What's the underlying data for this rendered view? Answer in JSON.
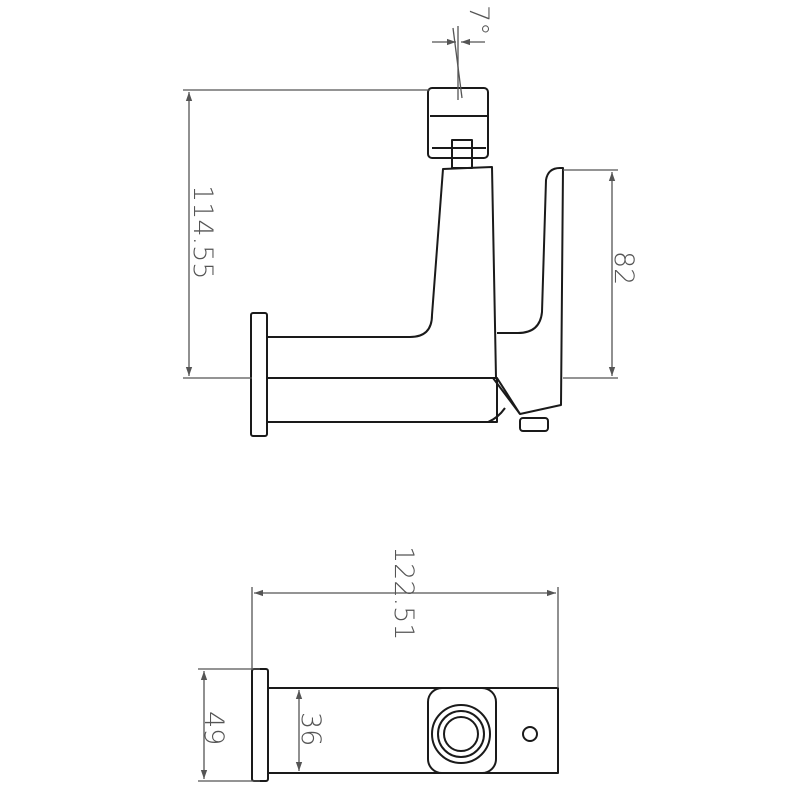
{
  "colors": {
    "line": "#1a1a1a",
    "dimension": "#555555",
    "background": "#ffffff"
  },
  "dimensions": {
    "angle": "7°",
    "total_height": "114.55",
    "spout_height": "82",
    "total_length": "122.51",
    "flange_height": "49",
    "body_height": "36"
  }
}
